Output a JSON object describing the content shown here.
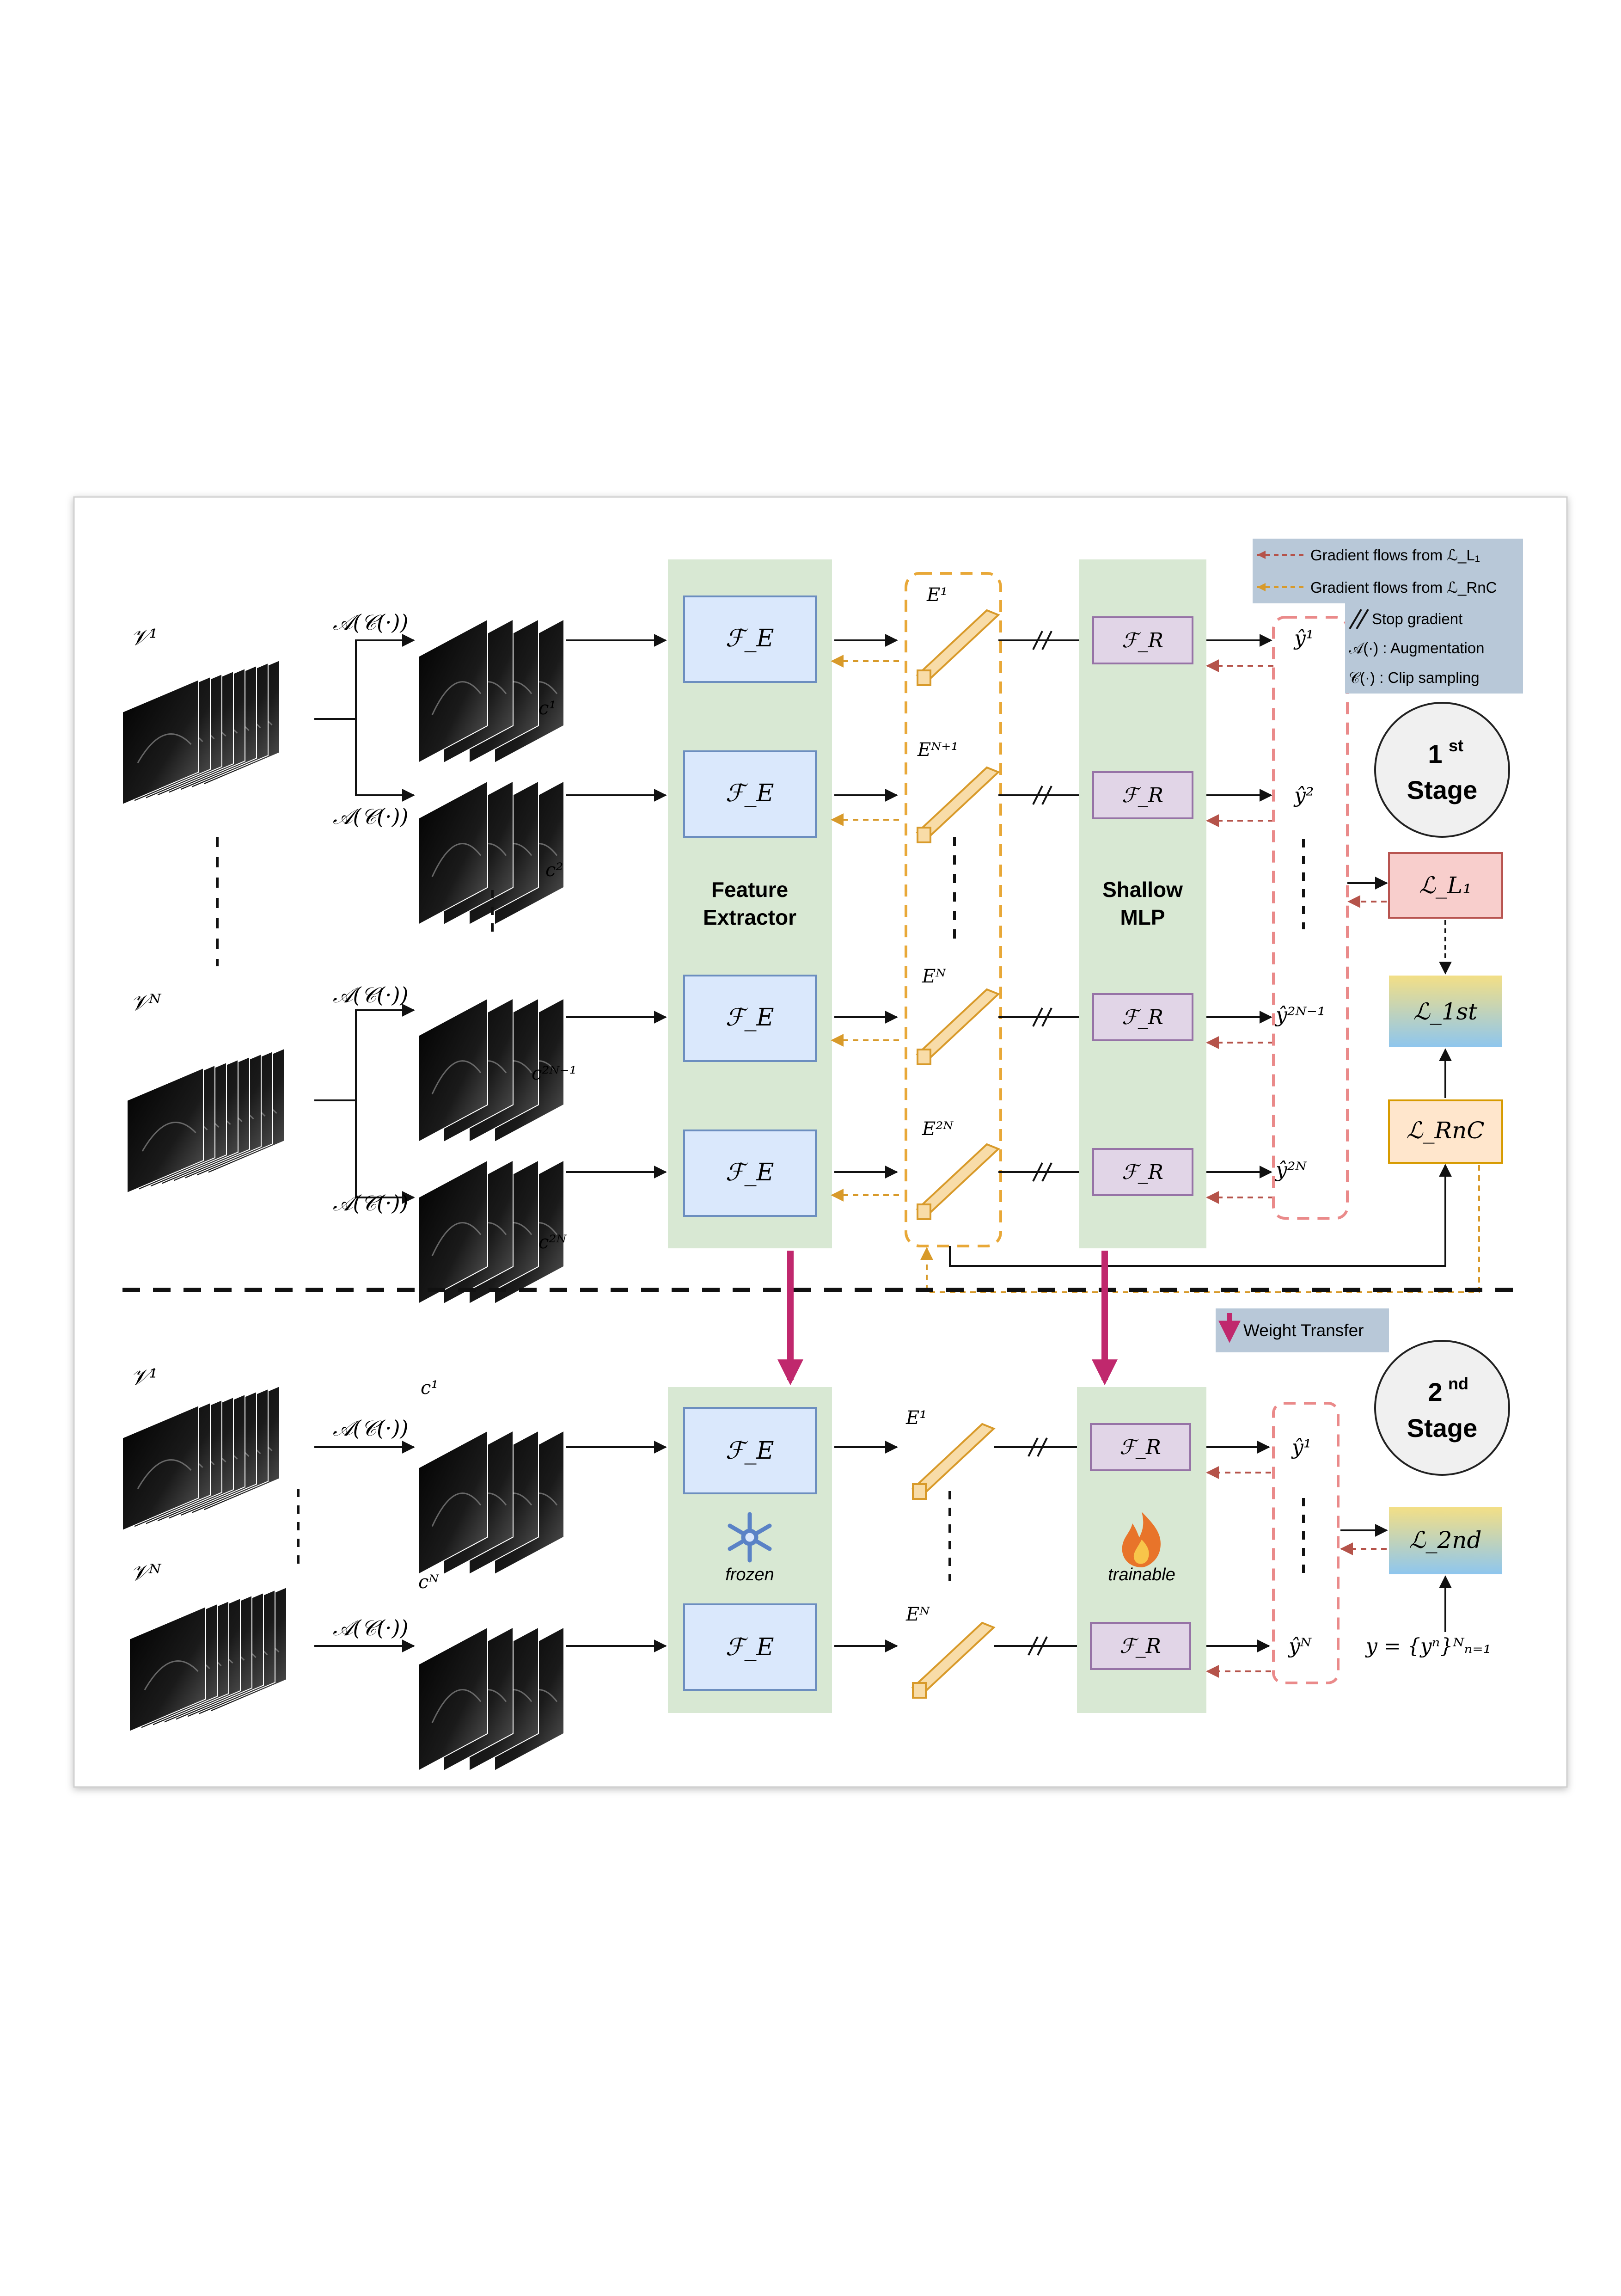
{
  "videos": {
    "stage1_v1": "𝒱¹",
    "stage1_vN": "𝒱ᴺ",
    "stage2_v1": "𝒱¹",
    "stage2_vN": "𝒱ᴺ"
  },
  "aug_label": "𝒜(𝒞(·))",
  "clips": {
    "c1": "c¹",
    "c2": "c²",
    "c2Nm1": "c²ᴺ⁻¹",
    "c2N": "c²ᴺ",
    "s2_c1": "c¹",
    "s2_cN": "cᴺ"
  },
  "feature_extractor": {
    "block_label": "ℱ_E",
    "title_line1": "Feature",
    "title_line2": "Extractor",
    "frozen_label": "frozen"
  },
  "embeddings": {
    "e1": "E¹",
    "eN1": "Eᴺ⁺¹",
    "eN": "Eᴺ",
    "e2N": "E²ᴺ",
    "s2_e1": "E¹",
    "s2_eN": "Eᴺ"
  },
  "mlp": {
    "block_label": "ℱ_R",
    "title_line1": "Shallow",
    "title_line2": "MLP",
    "trainable_label": "trainable"
  },
  "preds": {
    "y1": "ŷ¹",
    "y2": "ŷ²",
    "y2Nm1": "ŷ²ᴺ⁻¹",
    "y2N": "ŷ²ᴺ",
    "s2_y1": "ŷ¹",
    "s2_yN": "ŷᴺ"
  },
  "losses": {
    "l1": "ℒ_L₁",
    "first": "ℒ_1st",
    "rnc": "ℒ_RnC",
    "second": "ℒ_2nd"
  },
  "stage1": {
    "sup": "st",
    "word": "Stage",
    "num": "1"
  },
  "stage2": {
    "sup": "nd",
    "word": "Stage",
    "num": "2"
  },
  "legend": {
    "grad_l1": "Gradient flows from ℒ_L₁",
    "grad_rnc": "Gradient flows from ℒ_RnC",
    "stop": "Stop gradient",
    "aug": "𝒜(·) : Augmentation",
    "clip": "𝒞(·) : Clip sampling",
    "weight_transfer": "Weight Transfer"
  },
  "targets": "y = {yⁿ}ᴺₙ₌₁",
  "colors": {
    "green_panel": "#dce9d5",
    "blue_block": "#dae8fc",
    "purple_block": "#e1d5e7",
    "orange": "#e8a838",
    "pink_dash": "#ea8a8a",
    "red_loss": "#f8cecc",
    "yellow_loss": "#ffe6cc",
    "magenta_arrow": "#c0286d",
    "legend_bg": "#b8c8d8"
  }
}
